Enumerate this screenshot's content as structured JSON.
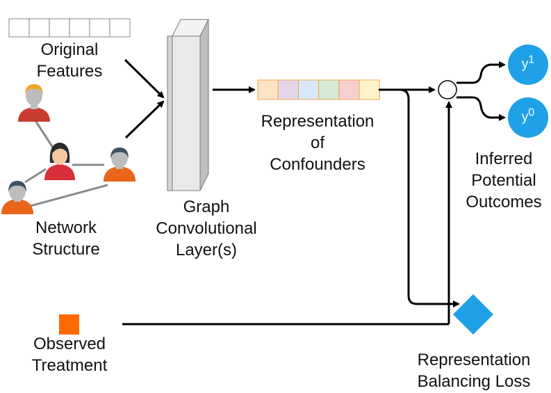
{
  "labels": {
    "original_features": [
      "Original",
      "Features"
    ],
    "network_structure": [
      "Network",
      "Structure"
    ],
    "graph_conv": [
      "Graph",
      "Convolutional",
      "Layer(s)"
    ],
    "representation": [
      "Representation",
      "of",
      "Confounders"
    ],
    "inferred": [
      "Inferred",
      "Potential",
      "Outcomes"
    ],
    "observed_treatment": [
      "Observed",
      "Treatment"
    ],
    "balancing_loss": [
      "Representation",
      "Balancing Loss"
    ]
  },
  "outcomes": {
    "y1": {
      "base": "y",
      "sup": "1"
    },
    "y0": {
      "base": "y",
      "sup": "0"
    }
  },
  "colors": {
    "outcome_node": "#1ea1e6",
    "diamond": "#1ea1e6",
    "treatment": "#ff6a00",
    "arrow": "#000000",
    "network_edge": "#8a8a8a",
    "rep_cells": [
      "#fde3c6",
      "#e3d6ea",
      "#dae7f9",
      "#d5ead5",
      "#f6cfd0",
      "#fff3cc"
    ]
  },
  "icons": [
    "person-orange-hair-icon",
    "person-female-icon",
    "person-blue-hair-icon",
    "person-blue-hair-icon"
  ]
}
